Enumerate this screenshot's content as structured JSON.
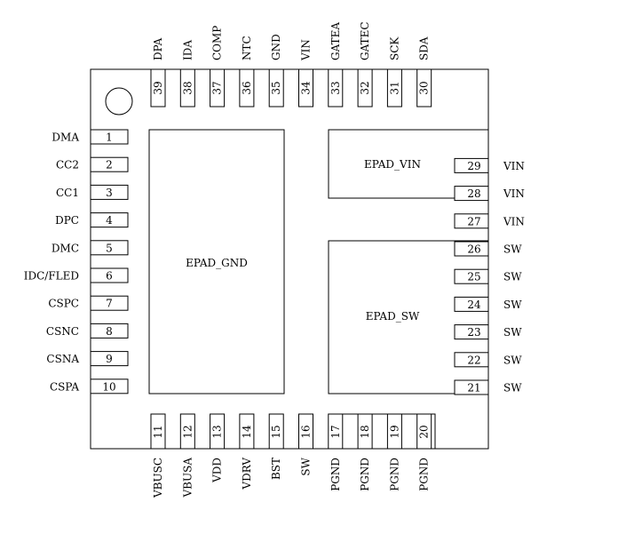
{
  "package": {
    "left_pins": [
      {
        "number": "1",
        "name": "DMA"
      },
      {
        "number": "2",
        "name": "CC2"
      },
      {
        "number": "3",
        "name": "CC1"
      },
      {
        "number": "4",
        "name": "DPC"
      },
      {
        "number": "5",
        "name": "DMC"
      },
      {
        "number": "6",
        "name": "IDC/FLED"
      },
      {
        "number": "7",
        "name": "CSPC"
      },
      {
        "number": "8",
        "name": "CSNC"
      },
      {
        "number": "9",
        "name": "CSNA"
      },
      {
        "number": "10",
        "name": "CSPA"
      }
    ],
    "bottom_pins": [
      {
        "number": "11",
        "name": "VBUSC"
      },
      {
        "number": "12",
        "name": "VBUSA"
      },
      {
        "number": "13",
        "name": "VDD"
      },
      {
        "number": "14",
        "name": "VDRV"
      },
      {
        "number": "15",
        "name": "BST"
      },
      {
        "number": "16",
        "name": "SW"
      },
      {
        "number": "17",
        "name": "PGND"
      },
      {
        "number": "18",
        "name": "PGND"
      },
      {
        "number": "19",
        "name": "PGND"
      },
      {
        "number": "20",
        "name": "PGND"
      }
    ],
    "right_pins": [
      {
        "number": "21",
        "name": "SW"
      },
      {
        "number": "22",
        "name": "SW"
      },
      {
        "number": "23",
        "name": "SW"
      },
      {
        "number": "24",
        "name": "SW"
      },
      {
        "number": "25",
        "name": "SW"
      },
      {
        "number": "26",
        "name": "SW"
      },
      {
        "number": "27",
        "name": "VIN"
      },
      {
        "number": "28",
        "name": "VIN"
      },
      {
        "number": "29",
        "name": "VIN"
      }
    ],
    "top_pins": [
      {
        "number": "30",
        "name": "SDA"
      },
      {
        "number": "31",
        "name": "SCK"
      },
      {
        "number": "32",
        "name": "GATEC"
      },
      {
        "number": "33",
        "name": "GATEA"
      },
      {
        "number": "34",
        "name": "VIN"
      },
      {
        "number": "35",
        "name": "GND"
      },
      {
        "number": "36",
        "name": "NTC"
      },
      {
        "number": "37",
        "name": "COMP"
      },
      {
        "number": "38",
        "name": "IDA"
      },
      {
        "number": "39",
        "name": "DPA"
      }
    ],
    "pads": {
      "gnd": "EPAD_GND",
      "vin": "EPAD_VIN",
      "sw": "EPAD_SW"
    }
  }
}
